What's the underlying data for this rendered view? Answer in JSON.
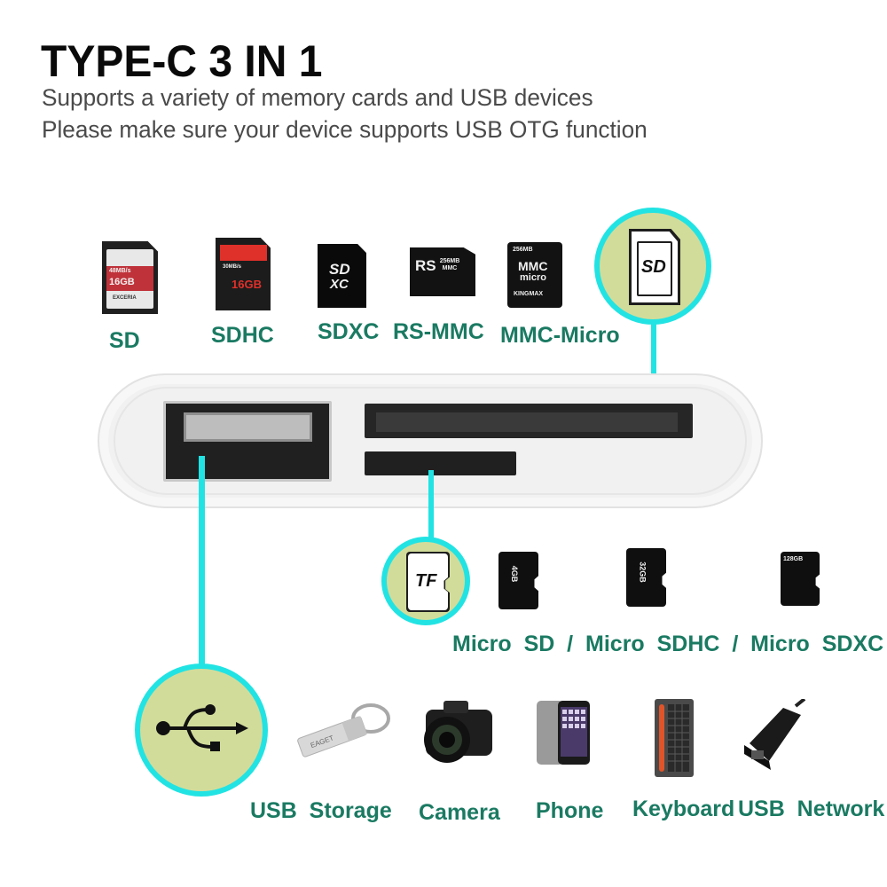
{
  "header": {
    "title": "TYPE-C 3 IN 1",
    "subtitle_1": "Supports a variety of memory cards and USB devices",
    "subtitle_2": "Please make sure your device supports USB OTG function"
  },
  "sd_cards": [
    {
      "label": "SD",
      "icon": "sd-card",
      "card_text_1": "48MB/s",
      "card_text_2": "16GB",
      "card_text_3": "EXCERIA"
    },
    {
      "label": "SDHC",
      "icon": "sdhc-card",
      "card_text_1": "30MB/s",
      "card_text_2": "16GB"
    },
    {
      "label": "SDXC",
      "icon": "sdxc-card",
      "card_text_1": "SD",
      "card_text_2": "XC"
    },
    {
      "label": "RS-MMC",
      "icon": "rs-mmc-card",
      "card_text_1": "RS",
      "card_text_2": "256MB MMC"
    },
    {
      "label": "MMC-Micro",
      "icon": "mmc-micro-card",
      "card_text_1": "256MB",
      "card_text_2": "MMC",
      "card_text_3": "micro",
      "card_text_4": "KINGMAX"
    }
  ],
  "callouts": {
    "sd_slot_icon_text": "SD",
    "tf_slot_icon_text": "TF",
    "usb_port_icon": "usb-symbol",
    "accent_color": "#22e3e3",
    "circle_fill": "#d2dc9a",
    "label_color": "#1a7a62"
  },
  "micro_cards": {
    "label": "Micro  SD  /  Micro  SDHC  /  Micro  SDXC",
    "items": [
      {
        "icon": "micro-sd-card",
        "card_text": "4GB"
      },
      {
        "icon": "micro-sdhc-card",
        "card_text": "32GB"
      },
      {
        "icon": "micro-sdxc-card",
        "card_text": "128GB"
      }
    ]
  },
  "usb_devices": [
    {
      "label": "USB  Storage",
      "icon": "usb-flash-drive",
      "brand_text": "EAGET"
    },
    {
      "label": "Camera",
      "icon": "dslr-camera"
    },
    {
      "label": "Phone",
      "icon": "smartphone"
    },
    {
      "label": "Keyboard",
      "icon": "keyboard"
    },
    {
      "label": "USB  Network",
      "icon": "ethernet-adapter"
    }
  ]
}
